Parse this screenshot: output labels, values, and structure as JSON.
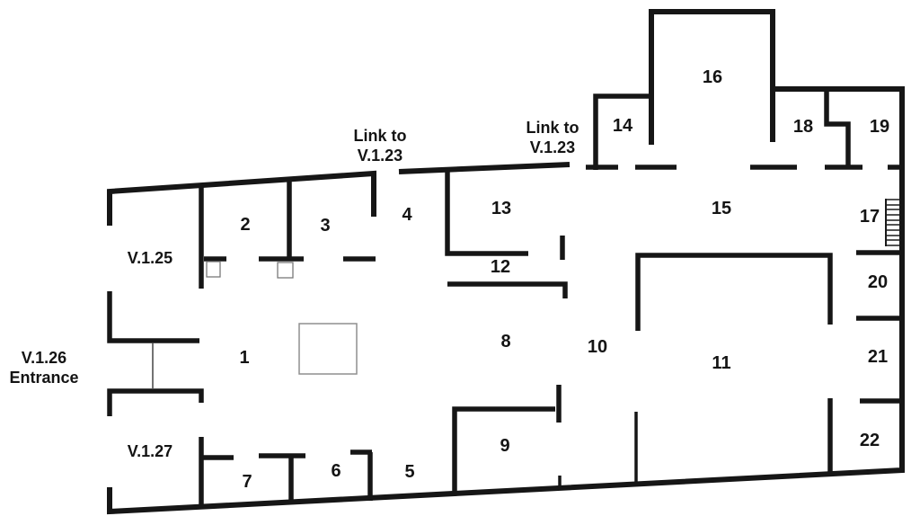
{
  "plan": {
    "annotations": {
      "link_north": {
        "line1": "Link to",
        "line2": "V.1.23"
      },
      "link_northeast": {
        "line1": "Link to",
        "line2": "V.1.23"
      },
      "entrance_v125": "V.1.25",
      "entrance_v126": {
        "line1": "V.1.26",
        "line2": "Entrance"
      },
      "entrance_v127": "V.1.27"
    },
    "rooms": [
      {
        "number": "1"
      },
      {
        "number": "2"
      },
      {
        "number": "3"
      },
      {
        "number": "4"
      },
      {
        "number": "5"
      },
      {
        "number": "6"
      },
      {
        "number": "7"
      },
      {
        "number": "8"
      },
      {
        "number": "9"
      },
      {
        "number": "10"
      },
      {
        "number": "11"
      },
      {
        "number": "12"
      },
      {
        "number": "13"
      },
      {
        "number": "14"
      },
      {
        "number": "15"
      },
      {
        "number": "16"
      },
      {
        "number": "17"
      },
      {
        "number": "18"
      },
      {
        "number": "19"
      },
      {
        "number": "20"
      },
      {
        "number": "21"
      },
      {
        "number": "22"
      }
    ],
    "wall_color": "#161616",
    "background_color": "#ffffff"
  }
}
